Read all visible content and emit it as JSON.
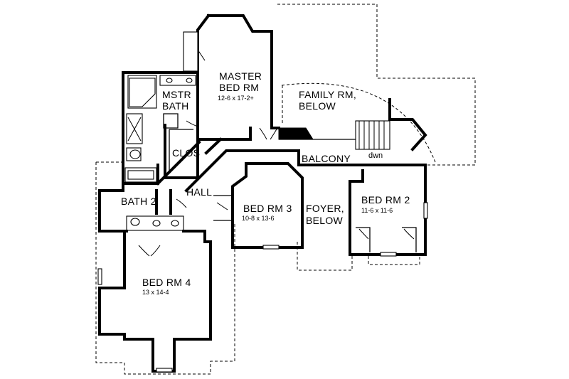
{
  "rooms": {
    "master_bed": {
      "name_line1": "MASTER",
      "name_line2": "BED RM",
      "dims": "12-6 x 17-2+"
    },
    "mstr_bath": {
      "name_line1": "MSTR",
      "name_line2": "BATH"
    },
    "family_rm": {
      "name_line1": "FAMILY RM,",
      "name_line2": "BELOW"
    },
    "clos": {
      "name": "CLOS"
    },
    "balcony": {
      "name": "BALCONY"
    },
    "stair": {
      "label": "dwn"
    },
    "hall": {
      "name": "HALL"
    },
    "bath2": {
      "name": "BATH 2"
    },
    "bed3": {
      "name": "BED RM 3",
      "dims": "10-8 x 13-6"
    },
    "foyer": {
      "name_line1": "FOYER,",
      "name_line2": "BELOW"
    },
    "bed2": {
      "name": "BED RM 2",
      "dims": "11-6 x 11-6"
    },
    "bed4": {
      "name": "BED RM 4",
      "dims": "13 x 14-4"
    }
  }
}
